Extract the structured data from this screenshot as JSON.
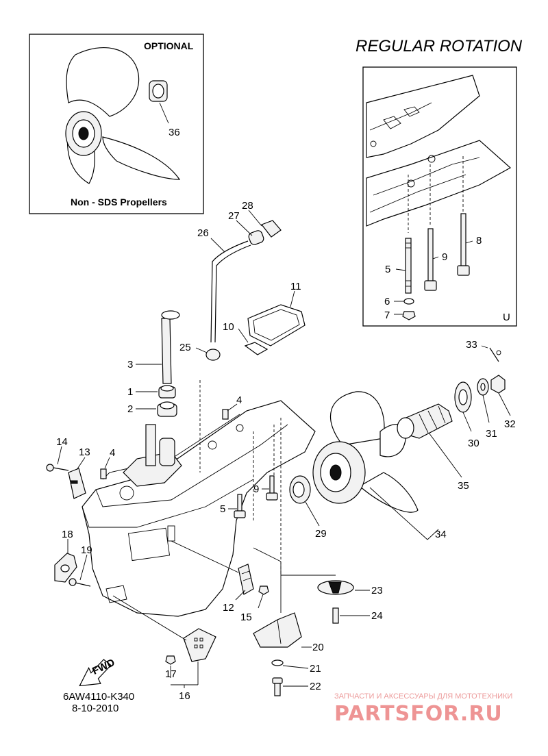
{
  "header": {
    "rotation_title": "REGULAR ROTATION"
  },
  "optional_box": {
    "tag": "OPTIONAL",
    "caption": "Non - SDS Propellers",
    "part_label": "36"
  },
  "detail_box": {
    "marker": "U"
  },
  "part_labels": {
    "p1": "1",
    "p2": "2",
    "p3": "3",
    "p4a": "4",
    "p4b": "4",
    "p5a": "5",
    "p5b": "5",
    "p6": "6",
    "p7": "7",
    "p8": "8",
    "p9a": "9",
    "p9b": "9",
    "p10": "10",
    "p11": "11",
    "p12": "12",
    "p13": "13",
    "p14": "14",
    "p15": "15",
    "p16": "16",
    "p17": "17",
    "p18": "18",
    "p19": "19",
    "p20": "20",
    "p21": "21",
    "p22": "22",
    "p23": "23",
    "p24": "24",
    "p25": "25",
    "p26": "26",
    "p27": "27",
    "p28": "28",
    "p29": "29",
    "p30": "30",
    "p31": "31",
    "p32": "32",
    "p33": "33",
    "p34": "34",
    "p35": "35"
  },
  "fwd_arrow": {
    "label": "FWD"
  },
  "diagram_code": {
    "code": "6AW4110-K340",
    "date": "8-10-2010"
  },
  "watermark": {
    "tagline": "ЗАПЧАСТИ И АКСЕССУАРЫ ДЛЯ МОТОТЕХНИКИ",
    "brand": "PARTSFOR.RU",
    "color": "#e03c3c"
  }
}
